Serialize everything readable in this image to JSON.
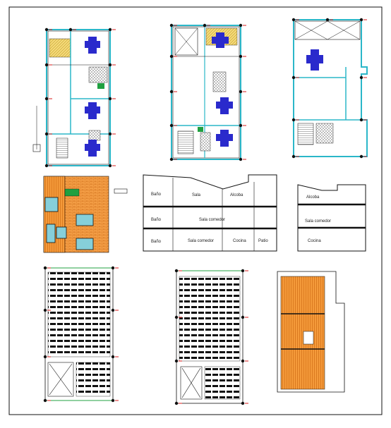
{
  "drawing": {
    "sections": [
      {
        "labels": [
          "Baño",
          "Sala",
          "Alcoba"
        ]
      },
      {
        "labels": [
          "Baño",
          "Sala comedor"
        ]
      },
      {
        "labels": [
          "Baño",
          "Sala comedor",
          "Cocina",
          "Patio"
        ]
      }
    ],
    "side_section": {
      "labels": [
        "Alcoba",
        "Sala comedor",
        "Cocina"
      ]
    },
    "colors": {
      "line": "#111111",
      "wall_cyan": "#2bb7c9",
      "furniture_blue": "#2a2acc",
      "hatch_orange": "#f08a1c",
      "hatch_yellow": "#e8c646",
      "red_marker": "#d81e1e",
      "green_accent": "#20a040"
    },
    "icons": [
      "column-node",
      "stair-icon",
      "section-marker-icon"
    ]
  }
}
